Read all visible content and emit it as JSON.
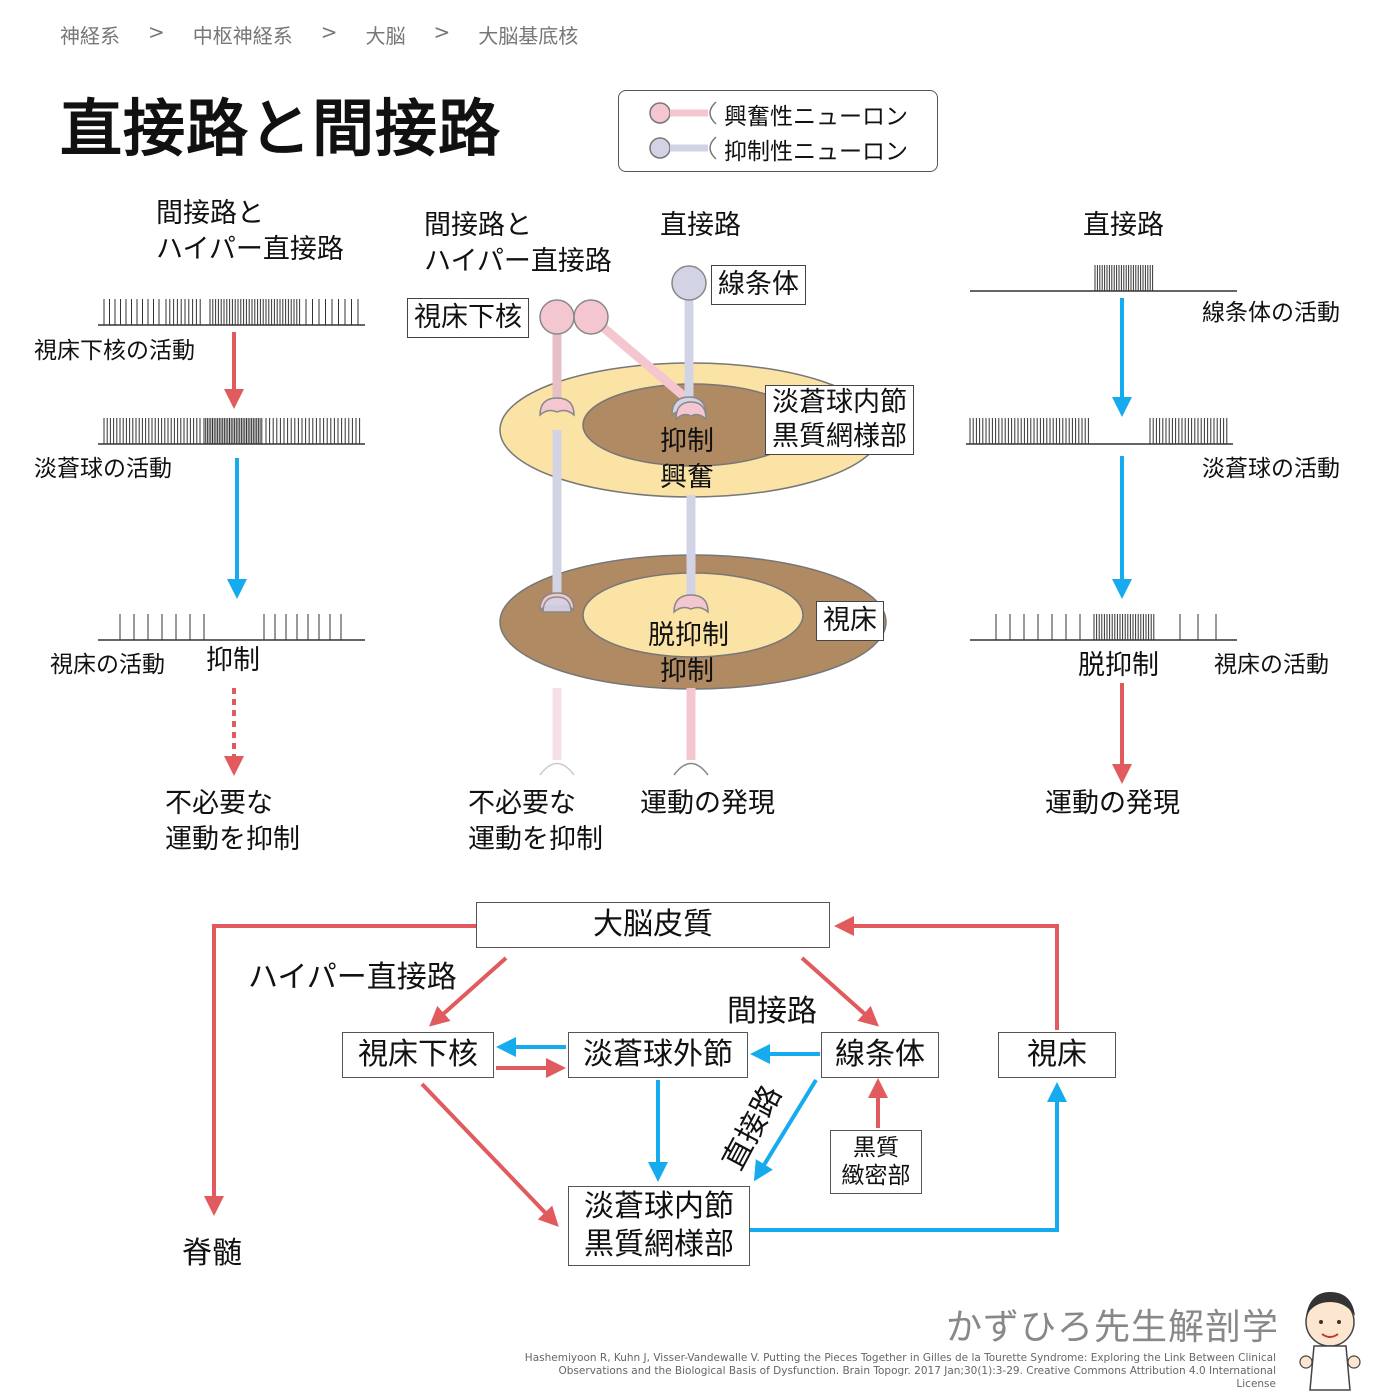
{
  "breadcrumb": [
    "神経系",
    "中枢神経系",
    "大脳",
    "大脳基底核"
  ],
  "breadcrumb_separator": ">",
  "title": "直接路と間接路",
  "legend": {
    "excitatory": "興奮性ニューロン",
    "inhibitory": "抑制性ニューロン"
  },
  "colors": {
    "excitatory_neuron": "#f4c6cf",
    "inhibitory_neuron": "#d3d3e6",
    "red_arrow": "#e05a5e",
    "blue_arrow": "#16aaee",
    "gp_outer": "#fbe3a6",
    "gp_inner": "#b08a63",
    "thal_outer": "#b08a63",
    "thal_inner": "#fbe3a6"
  },
  "left_panel": {
    "heading_line1": "間接路と",
    "heading_line2": "ハイパー直接路",
    "stn_activity": "視床下核の活動",
    "gp_activity": "淡蒼球の活動",
    "thal_activity": "視床の活動",
    "thal_state": "抑制",
    "result_line1": "不必要な",
    "result_line2": "運動を抑制"
  },
  "center_panel": {
    "indirect_line1": "間接路と",
    "indirect_line2": "ハイパー直接路",
    "direct": "直接路",
    "striatum": "線条体",
    "stn": "視床下核",
    "gpi_line1": "淡蒼球内節",
    "gpi_line2": "黒質網様部",
    "gpi_inhibit": "抑制",
    "gpi_excite": "興奮",
    "thalamus": "視床",
    "thal_disinhibit": "脱抑制",
    "thal_inhibit": "抑制",
    "result_left_line1": "不必要な",
    "result_left_line2": "運動を抑制",
    "result_right": "運動の発現"
  },
  "right_panel": {
    "heading": "直接路",
    "striatum_activity": "線条体の活動",
    "gp_activity": "淡蒼球の活動",
    "thal_state": "脱抑制",
    "thal_activity": "視床の活動",
    "result": "運動の発現"
  },
  "flow": {
    "cortex": "大脳皮質",
    "hyperdirect": "ハイパー直接路",
    "indirect": "間接路",
    "direct": "直接路",
    "stn": "視床下核",
    "gpe": "淡蒼球外節",
    "striatum": "線条体",
    "thalamus": "視床",
    "snc_line1": "黒質",
    "snc_line2": "緻密部",
    "gpi_line1": "淡蒼球内節",
    "gpi_line2": "黒質網様部",
    "spinal": "脊髄"
  },
  "brand": "かずひろ先生解剖学",
  "credit": "Hashemiyoon R, Kuhn J, Visser-Vandewalle V. Putting the Pieces Together in Gilles de la Tourette Syndrome: Exploring the Link Between Clinical Observations and the Biological Basis of Dysfunction. Brain Topogr. 2017 Jan;30(1):3-29. Creative Commons Attribution 4.0 International License"
}
